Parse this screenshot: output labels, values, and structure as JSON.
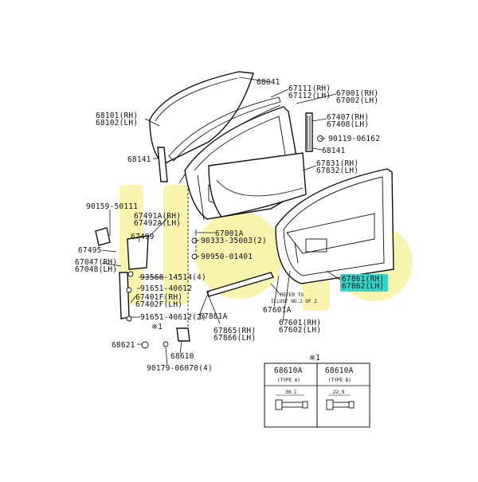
{
  "callouts": {
    "c68041": "68041",
    "c67111": "67111(RH)",
    "c67112": "67112(LH)",
    "c67001": "67001(RH)",
    "c67002": "67002(LH)",
    "c68101": "68101(RH)",
    "c68102": "68102(LH)",
    "c67407": "67407(RH)",
    "c67408": "67408(LH)",
    "c90119": "90119-06162",
    "c68141a": "68141",
    "c68141b": "68141",
    "c67831": "67831(RH)",
    "c67832": "67832(LH)",
    "c90159": "90159-50111",
    "c67491": "67491A(RH)",
    "c67492": "67492A(LH)",
    "c67499": "67499",
    "c67495": "67495",
    "c67001a": "67001A",
    "c90333": "90333-35003(2)",
    "c90950": "90950-01401",
    "c67047": "67047(RH)",
    "c67048": "67048(LH)",
    "c93568": "93568-14514(4)",
    "c91651a": "91651-40612",
    "c67401": "67401F(RH)",
    "c67402": "67402F(LH)",
    "c91651b": "91651-40612(2)",
    "c67861": "67861A",
    "c67601a": "67601A",
    "c67601": "67601(RH)",
    "c67602": "67602(LH)",
    "c67865": "67865(RH)",
    "c67866": "67866(LH)",
    "c68621": "68621",
    "c68610": "68610",
    "c90179": "90179-06070(4)",
    "c67861r": "67861(RH)",
    "c67862r": "67862(LH)",
    "refer1": "REFER TO",
    "refer2": "ILLUST NO.2 OF 2",
    "mark1": "※1"
  },
  "inset": {
    "mark": "※1",
    "left_code": "68610A",
    "left_type": "(TYPE A)",
    "right_code": "68610A",
    "right_type": "(TYPE B)",
    "left_dim": "30.1",
    "right_dim": "22.9"
  },
  "colors": {
    "highlight": "#37d3c9",
    "watermark": "#f2e94d"
  }
}
